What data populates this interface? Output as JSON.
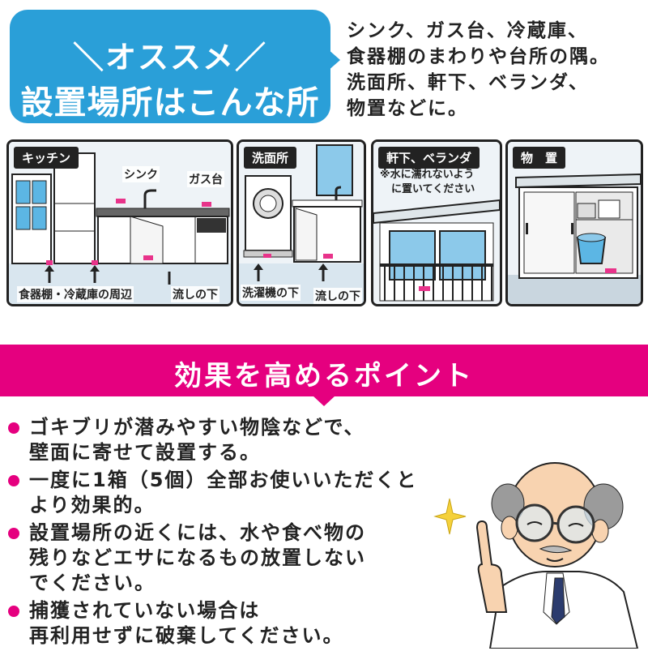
{
  "bubble": {
    "line1": "＼オススメ／",
    "line2": "設置場所はこんな所"
  },
  "intro": {
    "lines": [
      "シンク、ガス台、冷蔵庫、",
      "食器棚のまわりや台所の隅。",
      "洗面所、軒下、ベランダ、",
      "物置などに。"
    ]
  },
  "panels": {
    "kitchen": {
      "tag": "キッチン",
      "sink_label": "シンク",
      "stove_label": "ガス台",
      "cupboard_label": "食器棚・冷蔵庫の周辺",
      "under_sink_label": "流しの下"
    },
    "washroom": {
      "tag": "洗面所",
      "washer_label": "洗濯機の下",
      "under_sink_label": "流しの下"
    },
    "veranda": {
      "tag": "軒下、ベランダ",
      "note_line1": "※水に濡れないよう",
      "note_line2": "に置いてください"
    },
    "shed": {
      "tag": "物　置"
    }
  },
  "effect": {
    "title": "効果を高めるポイント",
    "points": [
      {
        "lines": [
          "ゴキブリが潜みやすい物陰などで、",
          "壁面に寄せて設置する。"
        ]
      },
      {
        "lines": [
          "一度に1箱（5個）全部お使いいただくと",
          "より効果的。"
        ]
      },
      {
        "lines": [
          "設置場所の近くには、水や食べ物の",
          "残りなどエサになるもの放置しない",
          "でください。"
        ]
      },
      {
        "lines": [
          "捕獲されていない場合は",
          "再利用せずに破棄してください。"
        ]
      }
    ]
  },
  "colors": {
    "bubble": "#2a9fd8",
    "accent": "#e5007f",
    "trap_marker": "#e8338a"
  },
  "icons": [
    "sparkle-icon",
    "bullet-dot-icon",
    "arrow-up-icon"
  ]
}
